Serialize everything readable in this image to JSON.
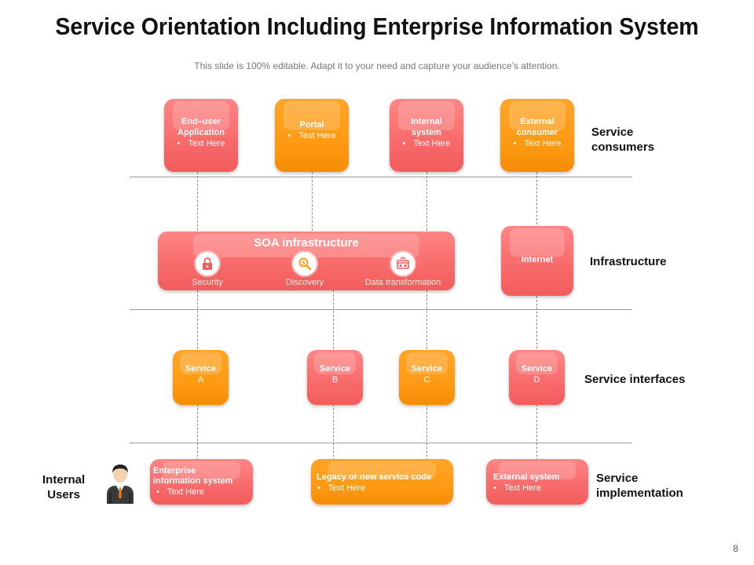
{
  "header": {
    "title": "Service Orientation Including Enterprise Information System",
    "subtitle": "This slide is 100% editable. Adapt it to your need and capture your audience’s attention."
  },
  "consumers": {
    "end_user": {
      "title_line1": "End–user",
      "title_line2": "Application",
      "bullet": "Text Here"
    },
    "portal": {
      "title": "Portal",
      "bullet": "Text Here"
    },
    "internal_system": {
      "title_line1": "Internal",
      "title_line2": "system",
      "bullet": "Text Here"
    },
    "external_consumer": {
      "title_line1": "External",
      "title_line2": "consumer",
      "bullet": "Text Here"
    }
  },
  "infrastructure": {
    "soa_title": "SOA infrastructure",
    "items": [
      {
        "label": "Security",
        "icon": "lock-icon"
      },
      {
        "label": "Discovery",
        "icon": "discovery-icon"
      },
      {
        "label": "Data transformation",
        "icon": "data-transformation-icon"
      }
    ],
    "internet": "Internet"
  },
  "interfaces": [
    {
      "line1": "Service",
      "line2": "A"
    },
    {
      "line1": "Service",
      "line2": "B"
    },
    {
      "line1": "Service",
      "line2": "C"
    },
    {
      "line1": "Service",
      "line2": "D"
    }
  ],
  "implementation": {
    "enterprise": {
      "title_line1": "Enterprise",
      "title_line2": "information system",
      "bullet": "Text Here"
    },
    "legacy": {
      "title": "Legacy or new service code",
      "bullet": "Text Here"
    },
    "external": {
      "title": "External system",
      "bullet": "Text Here"
    }
  },
  "row_labels": {
    "consumers_line1": "Service",
    "consumers_line2": "consumers",
    "infrastructure": "Infrastructure",
    "interfaces": "Service interfaces",
    "implementation_line1": "Service",
    "implementation_line2": "implementation"
  },
  "actor": {
    "line1": "Internal",
    "line2": "Users",
    "icon": "business-person-icon"
  },
  "page_number": "8",
  "colors": {
    "red": "#f86a6a",
    "orange": "#ff9a14",
    "text": "#111111"
  }
}
